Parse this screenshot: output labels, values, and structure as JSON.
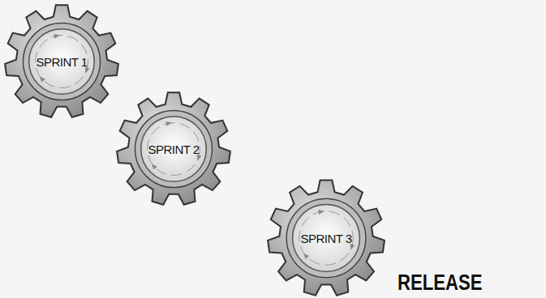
{
  "diagram": {
    "nodes": [
      {
        "text": [
          "SPRINT 1"
        ]
      },
      {
        "text": [
          "SPRINT 2"
        ]
      },
      {
        "text": [
          "SPRINT 3"
        ]
      }
    ],
    "labels": [
      "RELEASE"
    ]
  }
}
